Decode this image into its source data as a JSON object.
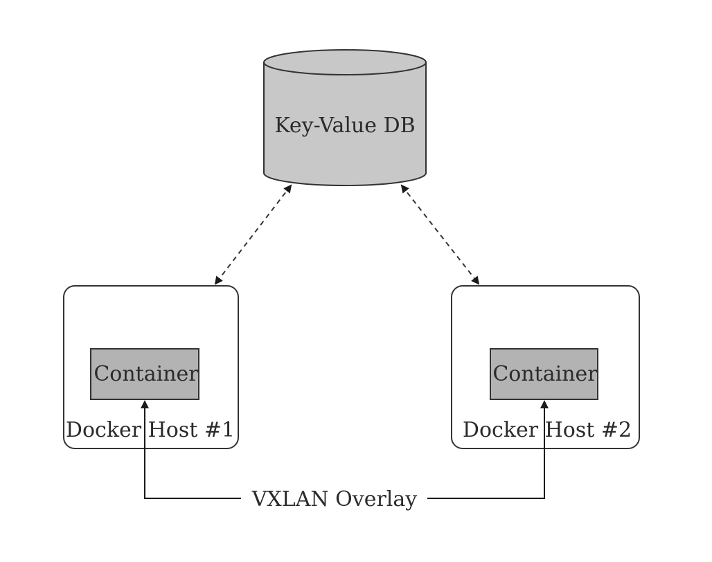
{
  "database": {
    "label": "Key-Value DB"
  },
  "hosts": [
    {
      "label": "Docker Host #1",
      "container_label": "Container"
    },
    {
      "label": "Docker Host #2",
      "container_label": "Container"
    }
  ],
  "overlay": {
    "label": "VXLAN Overlay"
  },
  "colors": {
    "db_fill": "#c8c8c8",
    "container_fill": "#b3b3b3",
    "stroke": "#333333",
    "host_fill": "#ffffff"
  }
}
